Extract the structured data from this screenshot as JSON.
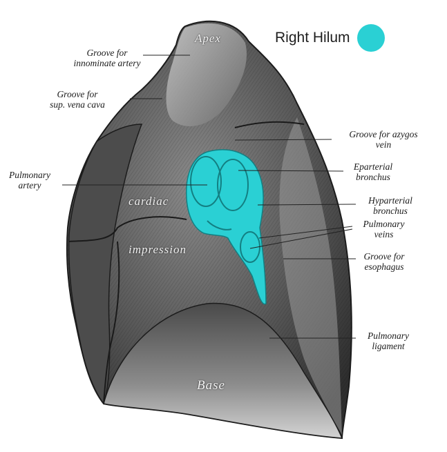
{
  "legend": {
    "label": "Right Hilum",
    "color": "#2ad0d4"
  },
  "organ_labels": {
    "apex": "Apex",
    "cardiac": "cardiac",
    "impression": "impression",
    "base": "Base"
  },
  "labels": {
    "innominate": [
      "Groove for",
      "innominate artery"
    ],
    "vena_cava": [
      "Groove for",
      "sup. vena cava"
    ],
    "pulmonary_artery": [
      "Pulmonary",
      "artery"
    ],
    "azygos": [
      "Groove for azygos",
      "vein"
    ],
    "eparterial": [
      "Eparterial",
      "bronchus"
    ],
    "hyparterial": [
      "Hyparterial",
      "bronchus"
    ],
    "pulmonary_veins": [
      "Pulmonary",
      "veins"
    ],
    "esophagus": [
      "Groove for",
      "esophagus"
    ],
    "ligament": [
      "Pulmonary",
      "ligament"
    ]
  },
  "colors": {
    "lung_dark": "#3a3a3a",
    "lung_mid": "#6e6e6e",
    "lung_light": "#b5b5b5",
    "hilum": "#2ad0d4"
  }
}
